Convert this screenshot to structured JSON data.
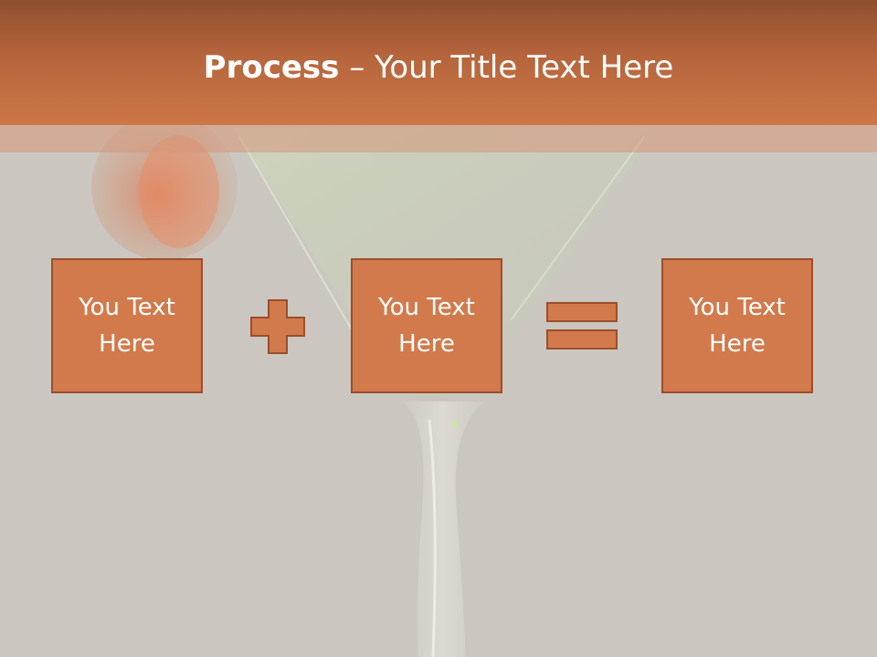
{
  "slide": {
    "title_bold": "Process",
    "title_separator": " – ",
    "title_rest": "Your Title Text Here"
  },
  "process": {
    "operators": [
      "plus",
      "equals"
    ],
    "boxes": [
      {
        "label": "You Text\nHere"
      },
      {
        "label": "You Text\nHere"
      },
      {
        "label": "You Text\nHere"
      }
    ]
  },
  "colors": {
    "title_bar_top": "#8e4f2f",
    "title_bar_bottom": "#cd7647",
    "accent": "#d27a4c",
    "accent_border": "#9c4e2b",
    "background": "#cbc7c0",
    "text_light": "#ffffff"
  },
  "icons": {
    "plus": "plus-icon",
    "equals": "equals-icon"
  }
}
